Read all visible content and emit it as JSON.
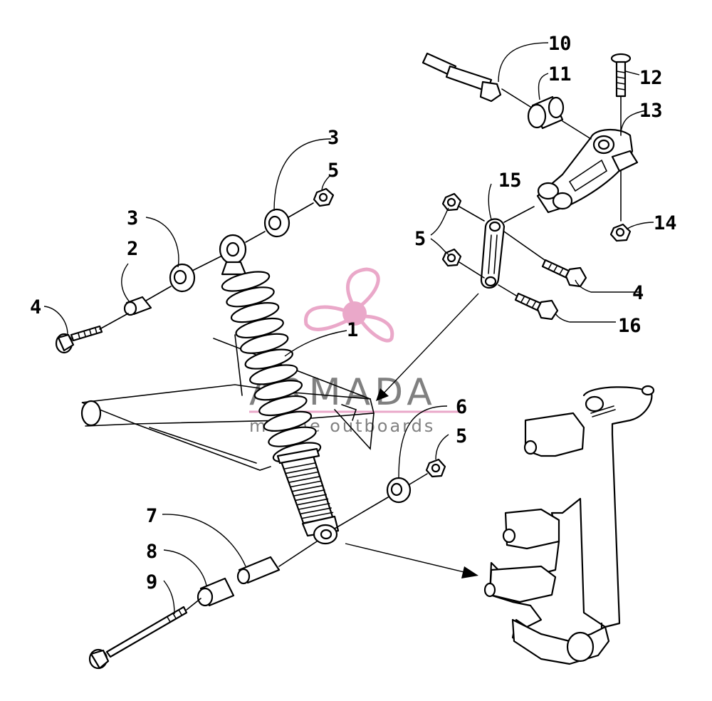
{
  "callouts": [
    {
      "id": "c1",
      "label": "1"
    },
    {
      "id": "c2",
      "label": "2"
    },
    {
      "id": "c3a",
      "label": "3"
    },
    {
      "id": "c3b",
      "label": "3"
    },
    {
      "id": "c4a",
      "label": "4"
    },
    {
      "id": "c4b",
      "label": "4"
    },
    {
      "id": "c5a",
      "label": "5"
    },
    {
      "id": "c5b",
      "label": "5"
    },
    {
      "id": "c5c",
      "label": "5"
    },
    {
      "id": "c6",
      "label": "6"
    },
    {
      "id": "c7",
      "label": "7"
    },
    {
      "id": "c8",
      "label": "8"
    },
    {
      "id": "c9",
      "label": "9"
    },
    {
      "id": "c10",
      "label": "10"
    },
    {
      "id": "c11",
      "label": "11"
    },
    {
      "id": "c12",
      "label": "12"
    },
    {
      "id": "c13",
      "label": "13"
    },
    {
      "id": "c14",
      "label": "14"
    },
    {
      "id": "c15",
      "label": "15"
    },
    {
      "id": "c16",
      "label": "16"
    }
  ],
  "watermark": {
    "brand": "ARMADA",
    "tagline": "marine outboards",
    "color": "#e79ac0"
  }
}
